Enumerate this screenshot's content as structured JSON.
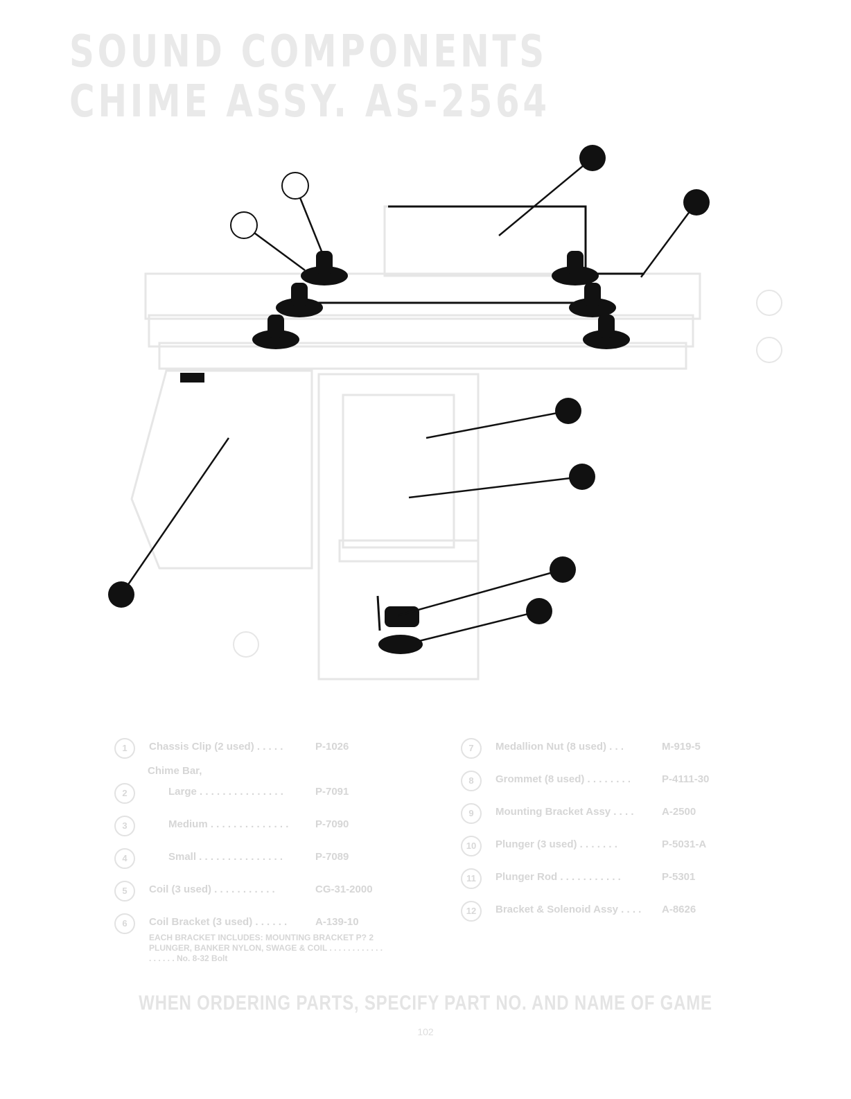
{
  "header": {
    "title_line1": "SOUND COMPONENTS",
    "title_line2": "CHIME ASSY. AS-2564"
  },
  "parts_left": [
    {
      "num": "1",
      "name": "Chassis Clip (2 used) . . . . .",
      "part": "P-1026"
    },
    {
      "num": "",
      "name": "Chime Bar,",
      "part": ""
    },
    {
      "num": "2",
      "name": "Large . . . . . . . . . . . . . . .",
      "part": "P-7091"
    },
    {
      "num": "3",
      "name": "Medium . . . . . . . . . . . . . .",
      "part": "P-7090"
    },
    {
      "num": "4",
      "name": "Small . . . . . . . . . . . . . . .",
      "part": "P-7089"
    },
    {
      "num": "5",
      "name": "Coil (3 used) . . . . . . . . . . .",
      "part": "CG-31-2000"
    },
    {
      "num": "6",
      "name": "Coil Bracket (3 used) . . . . . .",
      "part": "A-139-10"
    }
  ],
  "coil_bracket_note": "EACH BRACKET INCLUDES: MOUNTING BRACKET P? 2 PLUNGER, BANKER NYLON, SWAGE & COIL . . . . . . . . . . . . . . . . . . No. 8-32 Bolt",
  "parts_right": [
    {
      "num": "7",
      "name": "Medallion Nut (8 used) . . .",
      "part": "M-919-5"
    },
    {
      "num": "8",
      "name": "Grommet (8 used) . . . . . . . .",
      "part": "P-4111-30"
    },
    {
      "num": "9",
      "name": "Mounting Bracket Assy . . . .",
      "part": "A-2500"
    },
    {
      "num": "10",
      "name": "Plunger (3 used) . . . . . . .",
      "part": "P-5031-A"
    },
    {
      "num": "11",
      "name": "Plunger Rod . . . . . . . . . . .",
      "part": "P-5301"
    },
    {
      "num": "12",
      "name": "Bracket & Solenoid Assy . . . .",
      "part": "A-8626"
    }
  ],
  "footer": {
    "note": "WHEN ORDERING PARTS, SPECIFY PART NO. AND NAME OF GAME",
    "page": "102"
  }
}
